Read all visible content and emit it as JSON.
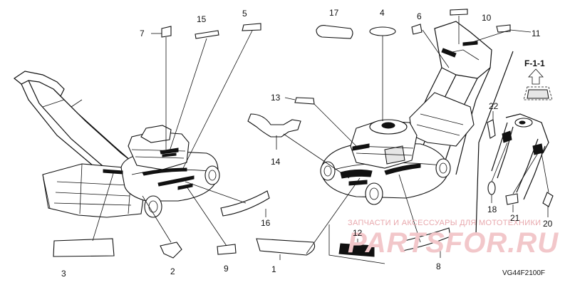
{
  "callouts": [
    {
      "id": "c1",
      "label": "1"
    },
    {
      "id": "c2",
      "label": "2"
    },
    {
      "id": "c3",
      "label": "3"
    },
    {
      "id": "c4",
      "label": "4"
    },
    {
      "id": "c5",
      "label": "5"
    },
    {
      "id": "c6",
      "label": "6"
    },
    {
      "id": "c7",
      "label": "7"
    },
    {
      "id": "c8",
      "label": "8"
    },
    {
      "id": "c9",
      "label": "9"
    },
    {
      "id": "c10",
      "label": "10"
    },
    {
      "id": "c11",
      "label": "11"
    },
    {
      "id": "c12",
      "label": "12"
    },
    {
      "id": "c13",
      "label": "13"
    },
    {
      "id": "c14",
      "label": "14"
    },
    {
      "id": "c15",
      "label": "15"
    },
    {
      "id": "c16",
      "label": "16"
    },
    {
      "id": "c17",
      "label": "17"
    },
    {
      "id": "c18",
      "label": "18"
    },
    {
      "id": "c20",
      "label": "20"
    },
    {
      "id": "c21",
      "label": "21"
    },
    {
      "id": "c22",
      "label": "22"
    }
  ],
  "figure_ref": "F-1-1",
  "drawing_code": "VG44F2100F",
  "watermark": {
    "line1": "ЗАПЧАСТИ И АКСЕССУАРЫ ДЛЯ МОТОТЕХНИКИ",
    "line2": "PARTSFOR.RU"
  }
}
